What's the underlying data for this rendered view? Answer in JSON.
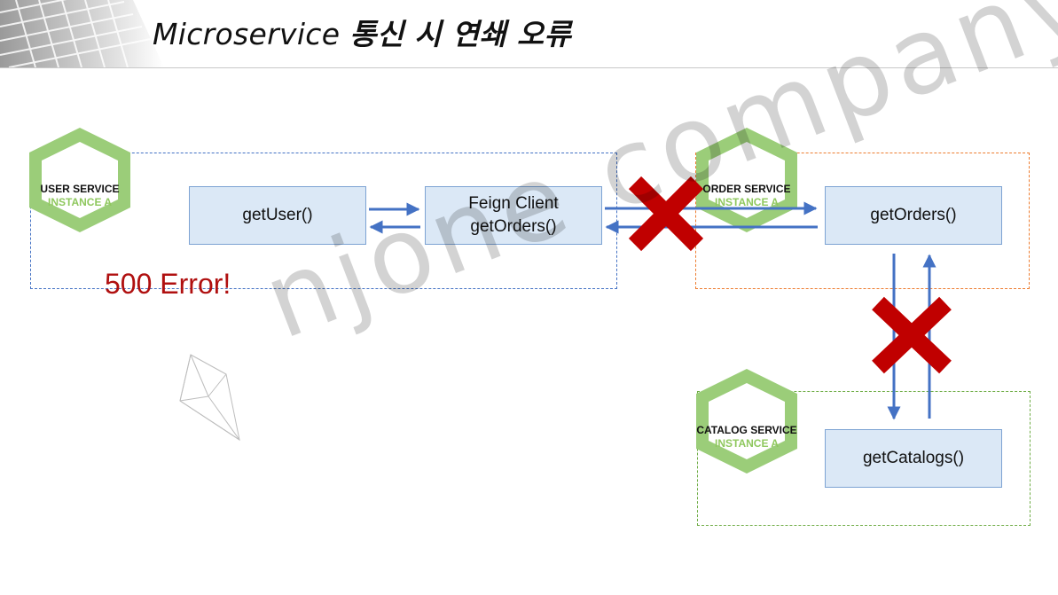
{
  "title": {
    "latin": "Microservice",
    "korean": "통신 시 연쇄 오류"
  },
  "services": {
    "user": {
      "name": "USER SERVICE",
      "instance": "INSTANCE A"
    },
    "order": {
      "name": "ORDER SERVICE",
      "instance": "INSTANCE A"
    },
    "catalog": {
      "name": "CATALOG SERVICE",
      "instance": "INSTANCE A"
    }
  },
  "methods": {
    "get_user": "getUser()",
    "feign_client_line1": "Feign Client",
    "feign_client_line2": "getOrders()",
    "order_get_orders": "getOrders()",
    "get_catalogs": "getCatalogs()"
  },
  "error_label": "500 Error!",
  "watermark": "njone company",
  "colors": {
    "user_box_border": "#4472c4",
    "order_box_border": "#ed7d31",
    "catalog_box_border": "#70ad47",
    "badge_green": "#9bcd79",
    "arrow_blue": "#4472c4",
    "failure_x_red": "#c00000",
    "error_text": "#b01010",
    "method_fill": "#dbe8f6"
  },
  "icons": {
    "failure_marker": "red-x-icon",
    "service_badge": "hexagon-icon",
    "header_decoration": "laptop-keyboard-icon",
    "watermark_logo": "polygon-logo-icon"
  }
}
